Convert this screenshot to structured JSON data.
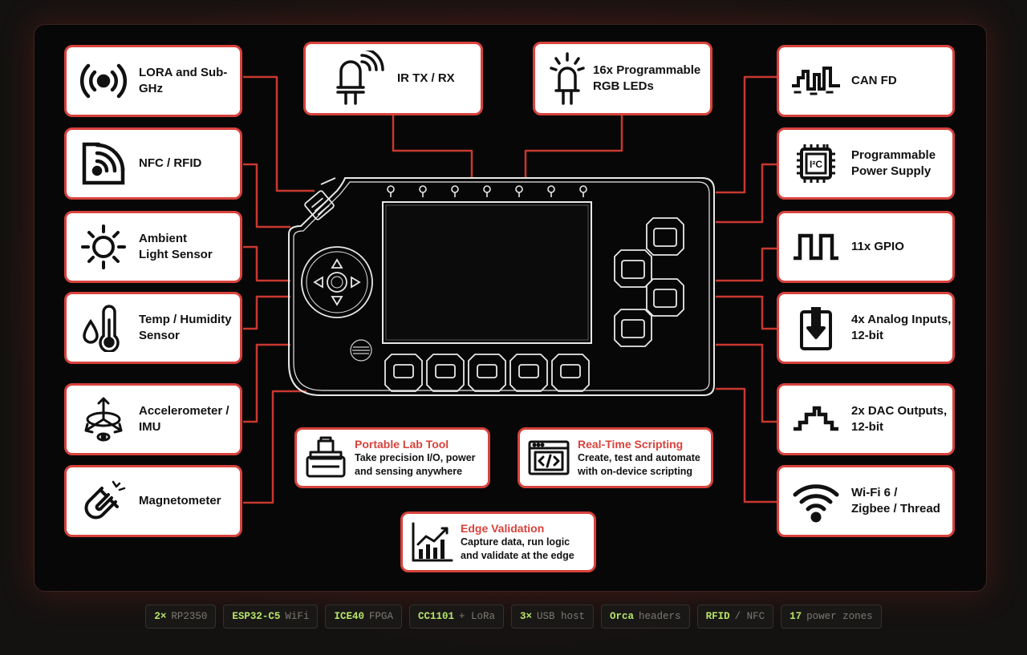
{
  "left_cards": [
    {
      "label": "LORA and Sub-GHz",
      "icon": "radio-signal-icon"
    },
    {
      "label": "NFC / RFID",
      "icon": "nfc-icon"
    },
    {
      "label": "Ambient\nLight Sensor",
      "icon": "sun-icon"
    },
    {
      "label": "Temp / Humidity\nSensor",
      "icon": "thermometer-icon"
    },
    {
      "label": "Accelerometer /\nIMU",
      "icon": "axes-icon"
    },
    {
      "label": "Magnetometer",
      "icon": "magnet-icon"
    }
  ],
  "right_cards": [
    {
      "label": "CAN FD",
      "icon": "can-signal-icon"
    },
    {
      "label": "Programmable\nPower Supply",
      "icon": "i2c-chip-icon"
    },
    {
      "label": "11x GPIO",
      "icon": "square-wave-icon"
    },
    {
      "label": "4x Analog Inputs,\n12-bit",
      "icon": "analog-input-icon"
    },
    {
      "label": "2x DAC Outputs,\n12-bit",
      "icon": "step-wave-icon"
    },
    {
      "label": "Wi-Fi 6 /\nZigbee / Thread",
      "icon": "wifi-icon"
    }
  ],
  "top_cards": [
    {
      "label": "IR TX / RX",
      "icon": "ir-led-icon"
    },
    {
      "label": "16x Programmable\nRGB LEDs",
      "icon": "led-icon"
    }
  ],
  "features": [
    {
      "title": "Portable Lab Tool",
      "desc": "Take precision I/O, power\nand sensing anywhere",
      "icon": "lab-tool-icon"
    },
    {
      "title": "Real-Time Scripting",
      "desc": "Create, test and automate\nwith on-device scripting",
      "icon": "code-window-icon"
    },
    {
      "title": "Edge Validation",
      "desc": "Capture data, run logic\nand validate at the edge",
      "icon": "chart-icon"
    }
  ],
  "footer": [
    {
      "key": "2×",
      "value": "RP2350"
    },
    {
      "key": "ESP32-C5",
      "value": "WiFi"
    },
    {
      "key": "ICE40",
      "value": "FPGA"
    },
    {
      "key": "CC1101",
      "value": "+ LoRa"
    },
    {
      "key": "3×",
      "value": "USB host"
    },
    {
      "key": "Orca",
      "value": "headers"
    },
    {
      "key": "RFID",
      "value": "/ NFC"
    },
    {
      "key": "17",
      "value": "power zones"
    }
  ],
  "colors": {
    "accent": "#d8423c",
    "chip_key": "#b7e46a",
    "chip_value": "#7d7873",
    "panel": "#070707"
  }
}
